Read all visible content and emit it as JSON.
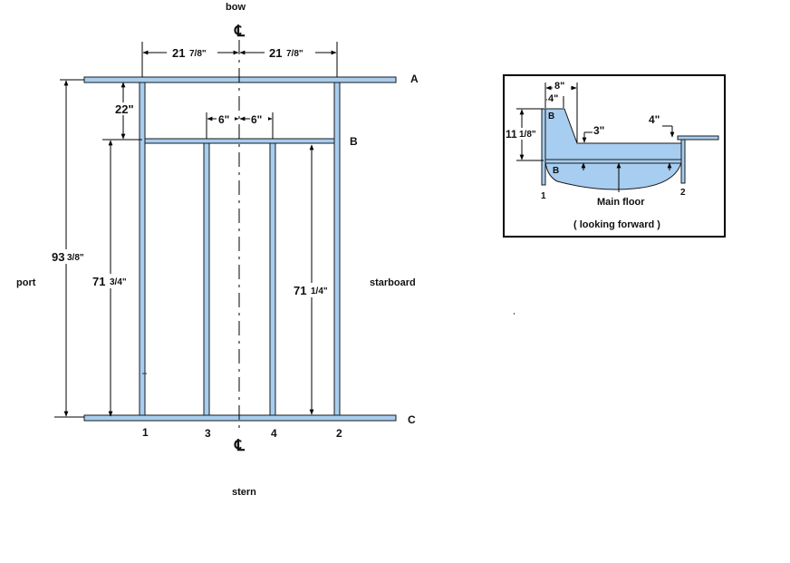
{
  "colors": {
    "member": "#a7cdf0",
    "outline": "#1a1a1a",
    "line": "#000000",
    "hull_fill": "#a7cdf0"
  },
  "plan": {
    "bow": "bow",
    "stern": "stern",
    "port": "port",
    "starboard": "starboard",
    "centerline_top": "℄",
    "centerline_bottom": "℄",
    "frame_a": "A",
    "frame_b": "B",
    "frame_c": "C",
    "stringer_1": "1",
    "stringer_2": "2",
    "stringer_3": "3",
    "stringer_4": "4",
    "dim_left_half": {
      "whole": "21",
      "frac": "7/8\""
    },
    "dim_right_half": {
      "whole": "21",
      "frac": "7/8\""
    },
    "dim_a_to_b": "22\"",
    "dim_left_6": "6\"",
    "dim_right_6": "6\"",
    "dim_overall": {
      "whole": "93",
      "frac": "3/8\""
    },
    "dim_left_long": {
      "whole": "71",
      "frac": "3/4\""
    },
    "dim_right_long": {
      "whole": "71",
      "frac": "1/4\""
    }
  },
  "section": {
    "dim_8": "8\"",
    "dim_4_top": "4\"",
    "dim_3": "3\"",
    "dim_4_right": "4\"",
    "dim_height": {
      "whole": "11",
      "frac": "1/8\""
    },
    "label_b_upper": "B",
    "label_b_lower": "B",
    "label_1": "1",
    "label_2": "2",
    "main_floor": "Main floor",
    "looking_forward": "( looking forward )"
  }
}
